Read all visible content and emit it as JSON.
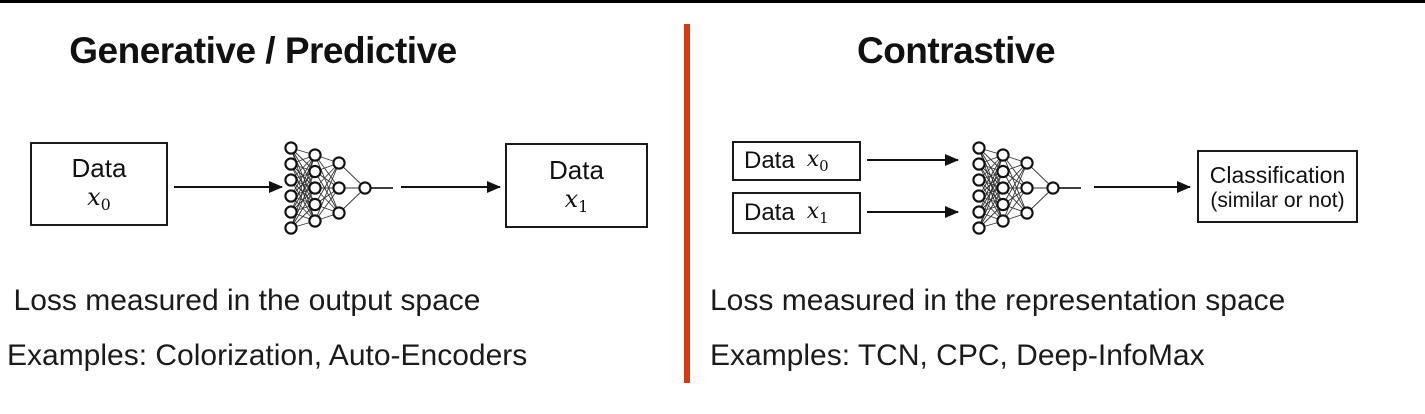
{
  "page": {
    "top_border_color": "#000000",
    "divider_color": "#d23b16"
  },
  "left": {
    "title": "Generative / Predictive",
    "input_box": {
      "label": "Data",
      "var": "x",
      "sub": "0"
    },
    "output_box": {
      "label": "Data",
      "var": "x",
      "sub": "1"
    },
    "loss_text": "Loss measured in the output space",
    "examples_text": "Examples: Colorization, Auto-Encoders"
  },
  "right": {
    "title": "Contrastive",
    "input_boxes": [
      {
        "label": "Data",
        "var": "x",
        "sub": "0"
      },
      {
        "label": "Data",
        "var": "x",
        "sub": "1"
      }
    ],
    "output_box": {
      "line1": "Classification",
      "line2": "(similar or not)"
    },
    "loss_text": "Loss measured in the representation space",
    "examples_text": "Examples: TCN, CPC, Deep-InfoMax"
  }
}
